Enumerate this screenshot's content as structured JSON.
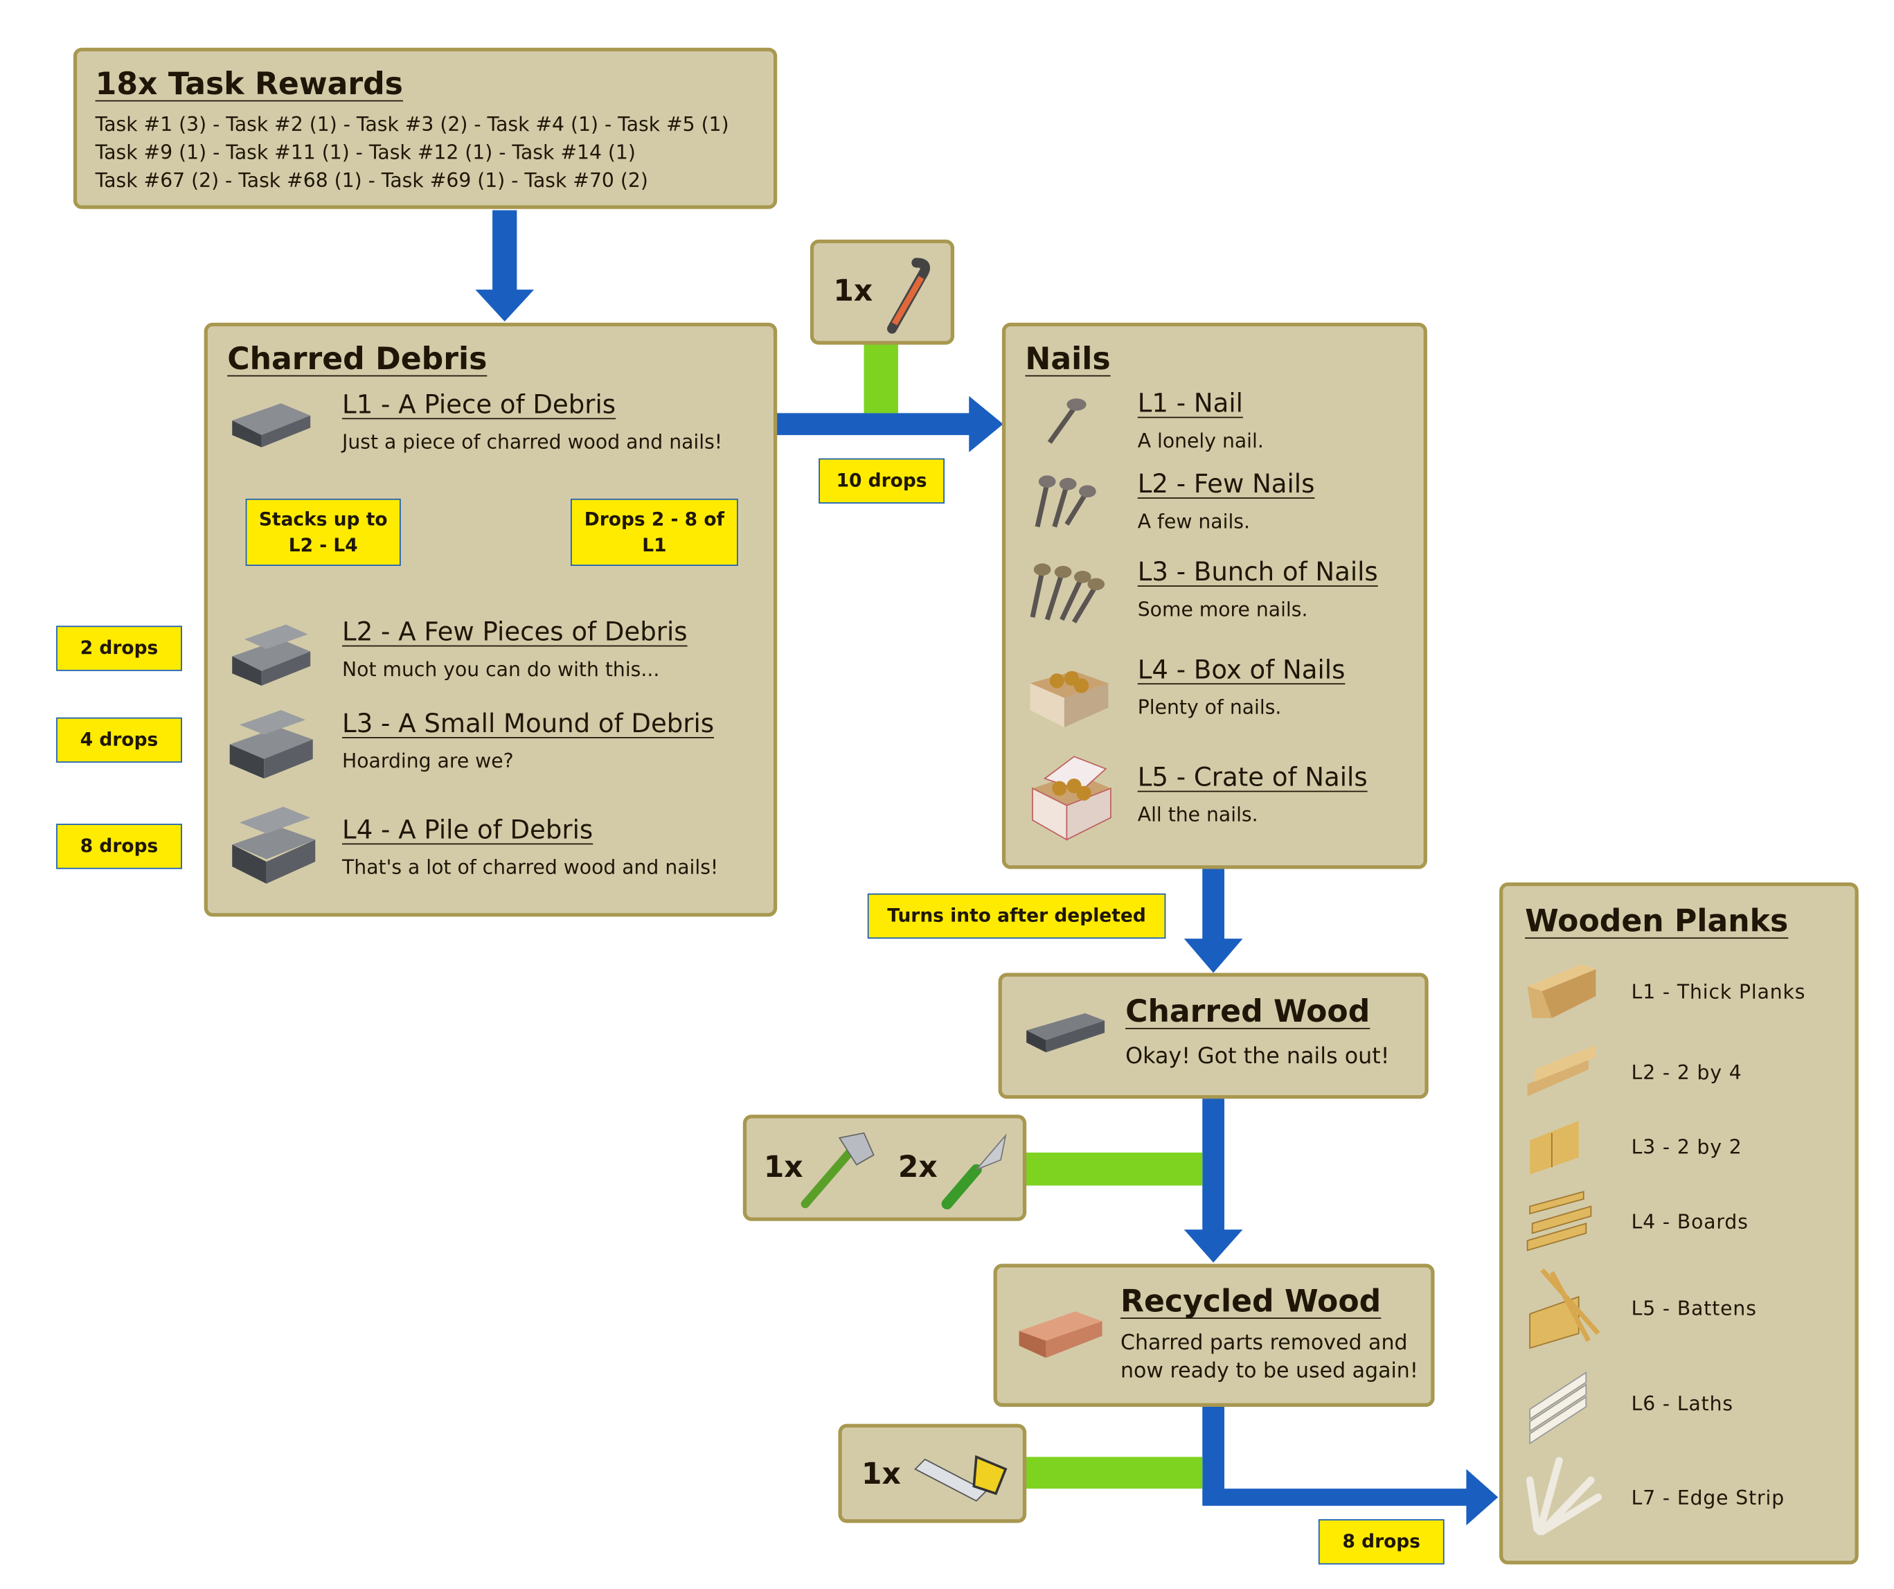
{
  "task_rewards": {
    "title": "18x Task Rewards",
    "lines": [
      "Task #1 (3) - Task #2 (1) - Task #3 (2) - Task #4 (1) - Task #5 (1)",
      "Task #9 (1) - Task #11 (1) - Task #12 (1) - Task #14 (1)",
      "Task #67 (2) - Task #68 (1) - Task #69 (1) - Task #70 (2)"
    ]
  },
  "charred_debris": {
    "title": "Charred Debris",
    "items": [
      {
        "name": "L1 - A Piece of Debris",
        "desc": "Just a piece of charred wood and nails!"
      },
      {
        "name": "L2 - A Few Pieces of Debris",
        "desc": "Not much you can do with this..."
      },
      {
        "name": "L3 - A Small Mound of Debris",
        "desc": "Hoarding are we?"
      },
      {
        "name": "L4 - A Pile of Debris",
        "desc": "That's a lot of charred wood and nails!"
      }
    ],
    "stacks_label": "Stacks up to L2 - L4",
    "drops_label": "Drops 2 - 8 of L1"
  },
  "side_drops": [
    "2 drops",
    "4 drops",
    "8 drops"
  ],
  "tool_crowbar": {
    "qty": "1x"
  },
  "nails_drops": "10 drops",
  "nails": {
    "title": "Nails",
    "items": [
      {
        "name": "L1 - Nail",
        "desc": "A lonely nail."
      },
      {
        "name": "L2 - Few Nails",
        "desc": "A few nails."
      },
      {
        "name": "L3 - Bunch of Nails",
        "desc": "Some more nails."
      },
      {
        "name": "L4 - Box of Nails",
        "desc": "Plenty of nails."
      },
      {
        "name": "L5 - Crate of Nails",
        "desc": "All the nails."
      }
    ]
  },
  "turns_into": "Turns into after depleted",
  "charred_wood": {
    "title": "Charred Wood",
    "desc": "Okay! Got the nails out!"
  },
  "tool_axe_knife": {
    "axe_qty": "1x",
    "knife_qty": "2x"
  },
  "recycled_wood": {
    "title": "Recycled Wood",
    "desc_lines": [
      "Charred parts removed and",
      "now ready to be used again!"
    ]
  },
  "tool_saw": {
    "qty": "1x"
  },
  "planks_drops": "8 drops",
  "wooden_planks": {
    "title": "Wooden Planks",
    "items": [
      "L1 - Thick Planks",
      "L2 - 2 by 4",
      "L3 - 2 by 2",
      "L4 - Boards",
      "L5 - Battens",
      "L6 - Laths",
      "L7 - Edge Strip"
    ]
  },
  "colors": {
    "box_bg": "#d3cba8",
    "box_border": "#a89850",
    "arrow_blue": "#1a5fc0",
    "tool_green": "#7ed321",
    "tag_yellow": "#ffeb00"
  }
}
